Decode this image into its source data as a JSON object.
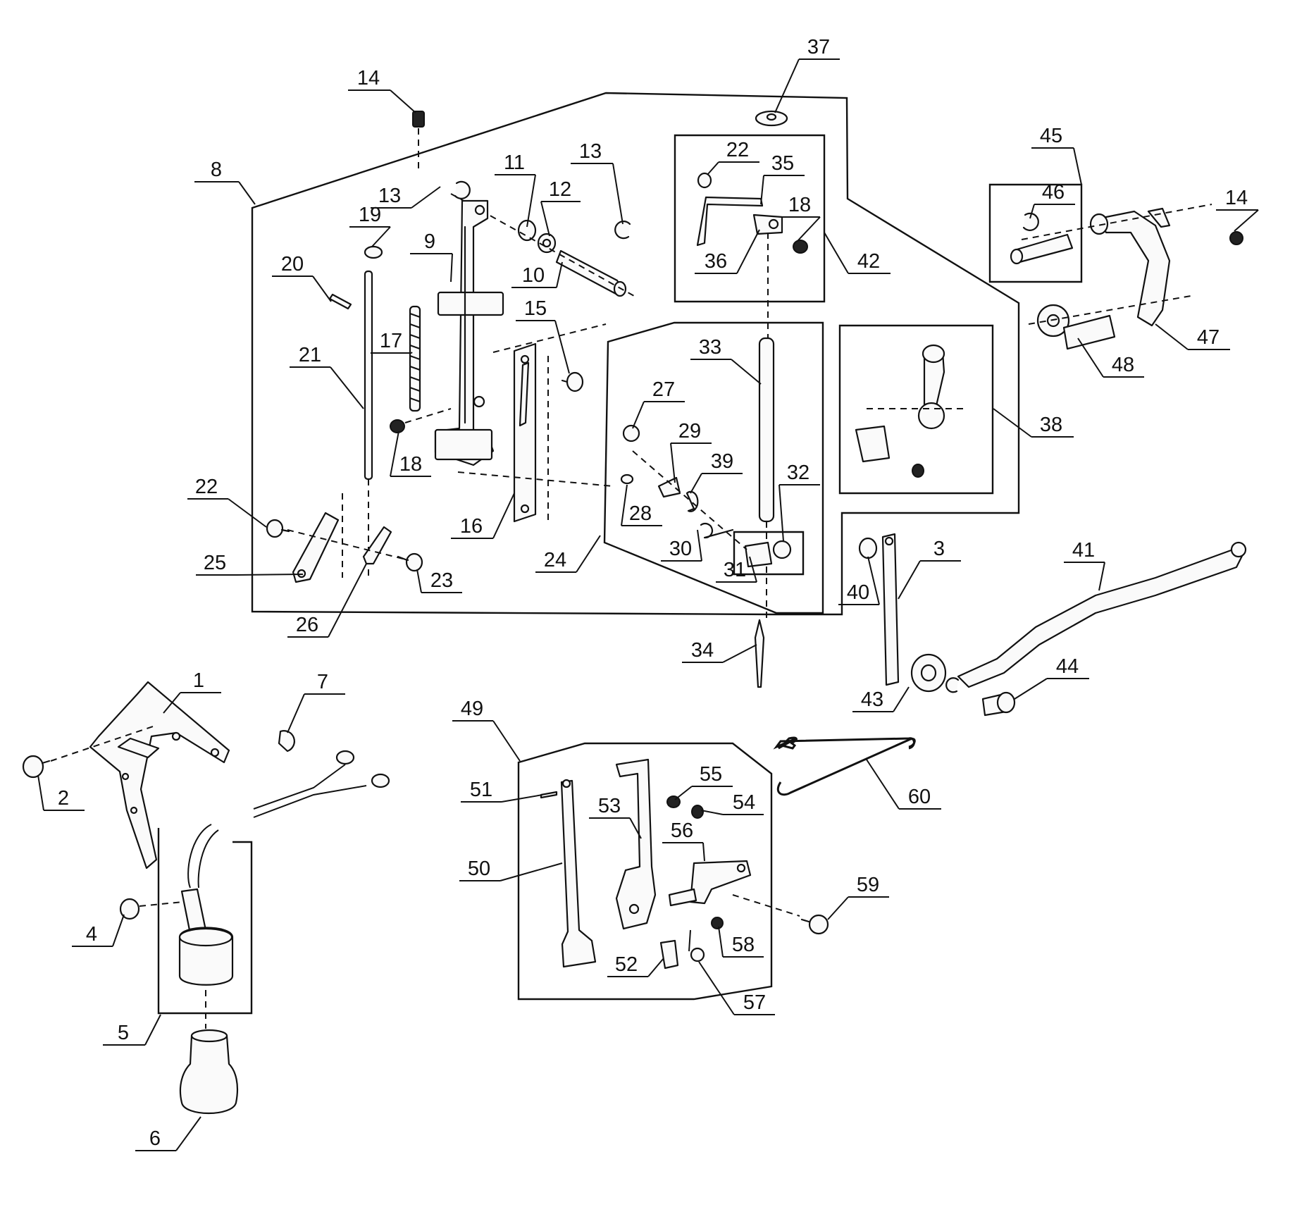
{
  "diagram": {
    "type": "exploded parts diagram",
    "colors": {
      "ink": "#111111",
      "paper": "#ffffff"
    },
    "callouts": [
      {
        "id": "c1",
        "label": "1"
      },
      {
        "id": "c2",
        "label": "2"
      },
      {
        "id": "c3",
        "label": "3"
      },
      {
        "id": "c4",
        "label": "4"
      },
      {
        "id": "c5",
        "label": "5"
      },
      {
        "id": "c6",
        "label": "6"
      },
      {
        "id": "c7",
        "label": "7"
      },
      {
        "id": "c8",
        "label": "8"
      },
      {
        "id": "c9",
        "label": "9"
      },
      {
        "id": "c10",
        "label": "10"
      },
      {
        "id": "c11",
        "label": "11"
      },
      {
        "id": "c12",
        "label": "12"
      },
      {
        "id": "c13a",
        "label": "13"
      },
      {
        "id": "c13b",
        "label": "13"
      },
      {
        "id": "c14a",
        "label": "14"
      },
      {
        "id": "c14b",
        "label": "14"
      },
      {
        "id": "c15",
        "label": "15"
      },
      {
        "id": "c16",
        "label": "16"
      },
      {
        "id": "c17",
        "label": "17"
      },
      {
        "id": "c18a",
        "label": "18"
      },
      {
        "id": "c18b",
        "label": "18"
      },
      {
        "id": "c19",
        "label": "19"
      },
      {
        "id": "c20",
        "label": "20"
      },
      {
        "id": "c21",
        "label": "21"
      },
      {
        "id": "c22a",
        "label": "22"
      },
      {
        "id": "c22b",
        "label": "22"
      },
      {
        "id": "c23",
        "label": "23"
      },
      {
        "id": "c24",
        "label": "24"
      },
      {
        "id": "c25",
        "label": "25"
      },
      {
        "id": "c26",
        "label": "26"
      },
      {
        "id": "c27",
        "label": "27"
      },
      {
        "id": "c28",
        "label": "28"
      },
      {
        "id": "c29",
        "label": "29"
      },
      {
        "id": "c30",
        "label": "30"
      },
      {
        "id": "c31",
        "label": "31"
      },
      {
        "id": "c32",
        "label": "32"
      },
      {
        "id": "c33",
        "label": "33"
      },
      {
        "id": "c34",
        "label": "34"
      },
      {
        "id": "c35",
        "label": "35"
      },
      {
        "id": "c36",
        "label": "36"
      },
      {
        "id": "c37",
        "label": "37"
      },
      {
        "id": "c38",
        "label": "38"
      },
      {
        "id": "c39",
        "label": "39"
      },
      {
        "id": "c40",
        "label": "40"
      },
      {
        "id": "c41",
        "label": "41"
      },
      {
        "id": "c42",
        "label": "42"
      },
      {
        "id": "c43",
        "label": "43"
      },
      {
        "id": "c44",
        "label": "44"
      },
      {
        "id": "c45",
        "label": "45"
      },
      {
        "id": "c46",
        "label": "46"
      },
      {
        "id": "c47",
        "label": "47"
      },
      {
        "id": "c48",
        "label": "48"
      },
      {
        "id": "c49",
        "label": "49"
      },
      {
        "id": "c50",
        "label": "50"
      },
      {
        "id": "c51",
        "label": "51"
      },
      {
        "id": "c52",
        "label": "52"
      },
      {
        "id": "c53",
        "label": "53"
      },
      {
        "id": "c54",
        "label": "54"
      },
      {
        "id": "c55",
        "label": "55"
      },
      {
        "id": "c56",
        "label": "56"
      },
      {
        "id": "c57",
        "label": "57"
      },
      {
        "id": "c58",
        "label": "58"
      },
      {
        "id": "c59",
        "label": "59"
      },
      {
        "id": "c60",
        "label": "60"
      }
    ]
  }
}
